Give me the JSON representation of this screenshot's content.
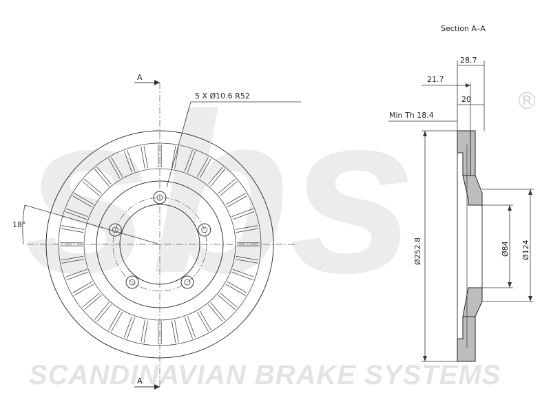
{
  "watermark": {
    "logo_text": "sbs",
    "registered_mark": "®",
    "company": "SCANDINAVIAN BRAKE SYSTEMS",
    "color": "#e3e3e3"
  },
  "front_view": {
    "section_marker_top": "A",
    "section_marker_bottom": "A",
    "bolt_callout": "5  X  Ø10.6    R52",
    "angle_label": "18°",
    "vane_count": 36,
    "bolt_count": 5
  },
  "section_view": {
    "title": "Section  A–A",
    "dim_total_width": "28.7",
    "dim_hat_offset": "21.7",
    "dim_disc_thickness": "20",
    "min_thickness": "Min  Th  18.4",
    "dim_outer_diameter": "Ø252.8",
    "dim_center_bore": "Ø84",
    "dim_hub_diameter": "Ø124"
  }
}
